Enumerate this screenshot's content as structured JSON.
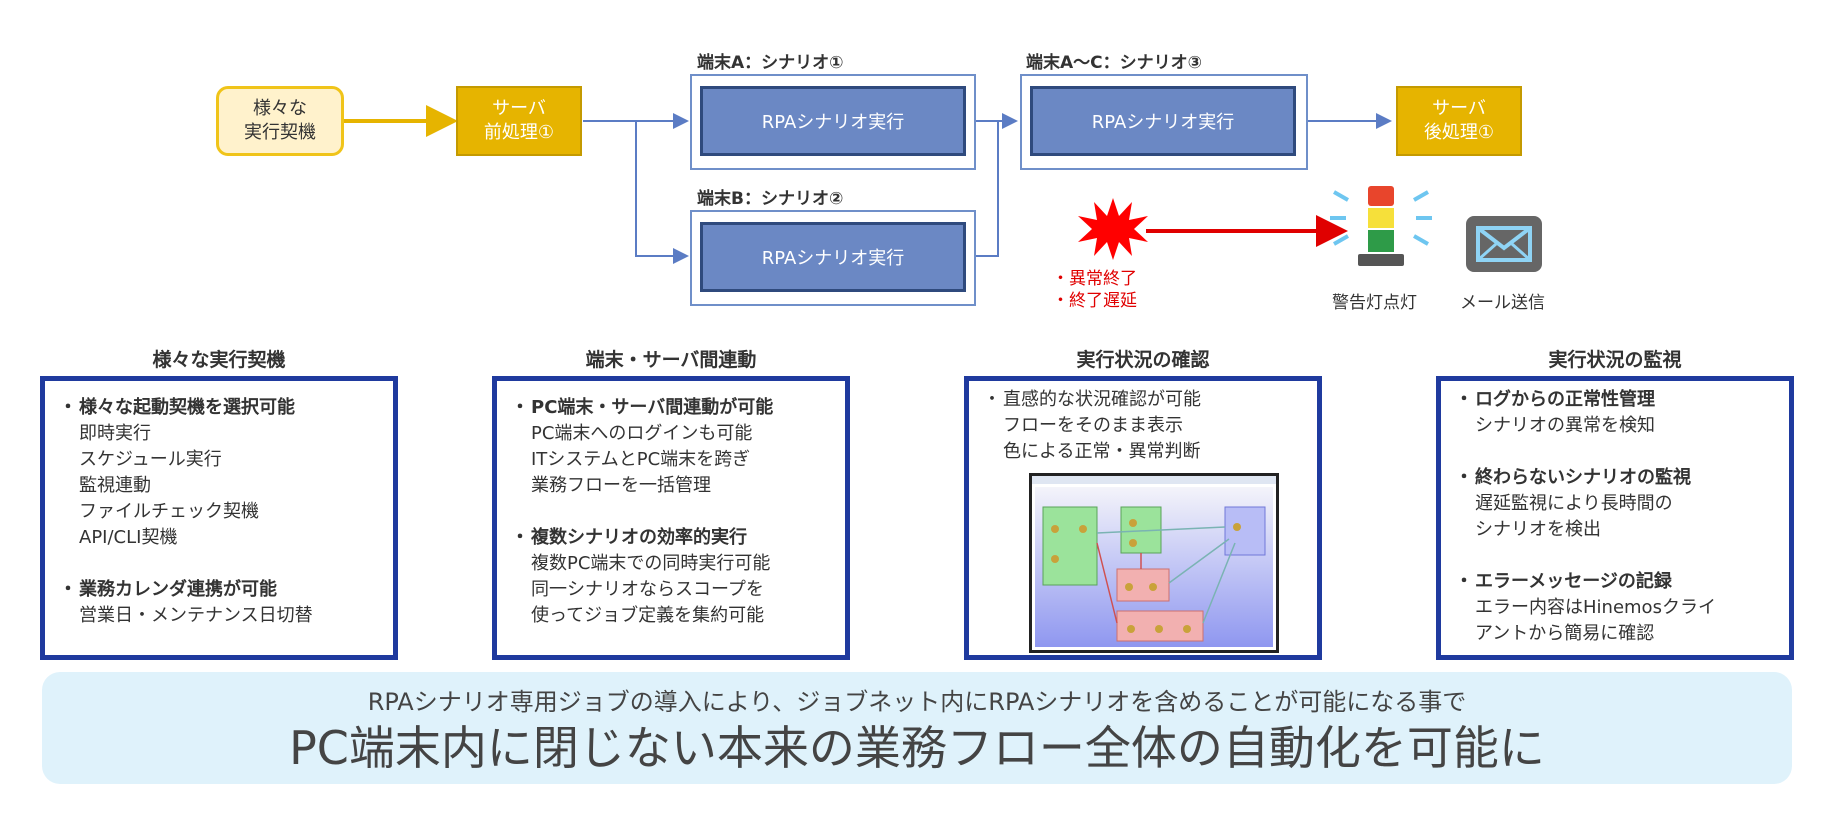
{
  "flow": {
    "trigger_label": "様々な\n実行契機",
    "pre_label": "サーバ\n前処理①",
    "post_label": "サーバ\n後処理①",
    "terminal_a_label": "端末A：シナリオ①",
    "terminal_b_label": "端末B：シナリオ②",
    "terminal_c_label": "端末A～C：シナリオ③",
    "rpa_label": "RPAシナリオ実行",
    "alert_lines": [
      "・異常終了",
      "・終了遅延"
    ],
    "warning_light_caption": "警告灯点灯",
    "mail_caption": "メール送信"
  },
  "colors": {
    "gold": "#e6b400",
    "rpa_fill": "#6b88c4",
    "panel_border": "#1f3a9e",
    "alert_red": "#e00000",
    "banner_bg": "#dff2fb"
  },
  "panels": [
    {
      "title": "様々な実行契機",
      "lines": [
        {
          "type": "head",
          "text": "様々な起動契機を選択可能"
        },
        {
          "type": "sub",
          "text": "即時実行"
        },
        {
          "type": "sub",
          "text": "スケジュール実行"
        },
        {
          "type": "sub",
          "text": "監視連動"
        },
        {
          "type": "sub",
          "text": "ファイルチェック契機"
        },
        {
          "type": "sub",
          "text": "API/CLI契機"
        },
        {
          "type": "gap",
          "text": ""
        },
        {
          "type": "head",
          "text": "業務カレンダ連携が可能"
        },
        {
          "type": "sub",
          "text": "営業日・メンテナンス日切替"
        }
      ]
    },
    {
      "title": "端末・サーバ間連動",
      "lines": [
        {
          "type": "head",
          "text": "PC端末・サーバ間連動が可能"
        },
        {
          "type": "sub",
          "text": "PC端末へのログインも可能"
        },
        {
          "type": "sub",
          "text": "ITシステムとPC端末を跨ぎ"
        },
        {
          "type": "sub",
          "text": "業務フローを一括管理"
        },
        {
          "type": "gap",
          "text": ""
        },
        {
          "type": "head",
          "text": "複数シナリオの効率的実行"
        },
        {
          "type": "sub",
          "text": "複数PC端末での同時実行可能"
        },
        {
          "type": "sub",
          "text": "同一シナリオならスコープを"
        },
        {
          "type": "sub",
          "text": "使ってジョブ定義を集約可能"
        }
      ]
    },
    {
      "title": "実行状況の確認",
      "lines": [
        {
          "type": "plain",
          "text": "直感的な状況確認が可能"
        },
        {
          "type": "sub",
          "text": "フローをそのまま表示"
        },
        {
          "type": "sub",
          "text": "色による正常・異常判断"
        }
      ]
    },
    {
      "title": "実行状況の監視",
      "lines": [
        {
          "type": "head",
          "text": "ログからの正常性管理"
        },
        {
          "type": "sub",
          "text": "シナリオの異常を検知"
        },
        {
          "type": "gap",
          "text": ""
        },
        {
          "type": "head",
          "text": "終わらないシナリオの監視"
        },
        {
          "type": "sub",
          "text": "遅延監視により長時間の"
        },
        {
          "type": "sub",
          "text": "シナリオを検出"
        },
        {
          "type": "gap",
          "text": ""
        },
        {
          "type": "head",
          "text": "エラーメッセージの記録"
        },
        {
          "type": "sub",
          "text": "エラー内容はHinemosクライ"
        },
        {
          "type": "sub",
          "text": "アントから簡易に確認"
        }
      ]
    }
  ],
  "banner": {
    "line1": "RPAシナリオ専用ジョブの導入により、ジョブネット内にRPAシナリオを含めることが可能になる事で",
    "line2": "PC端末内に閉じない本来の業務フロー全体の自動化を可能に"
  }
}
